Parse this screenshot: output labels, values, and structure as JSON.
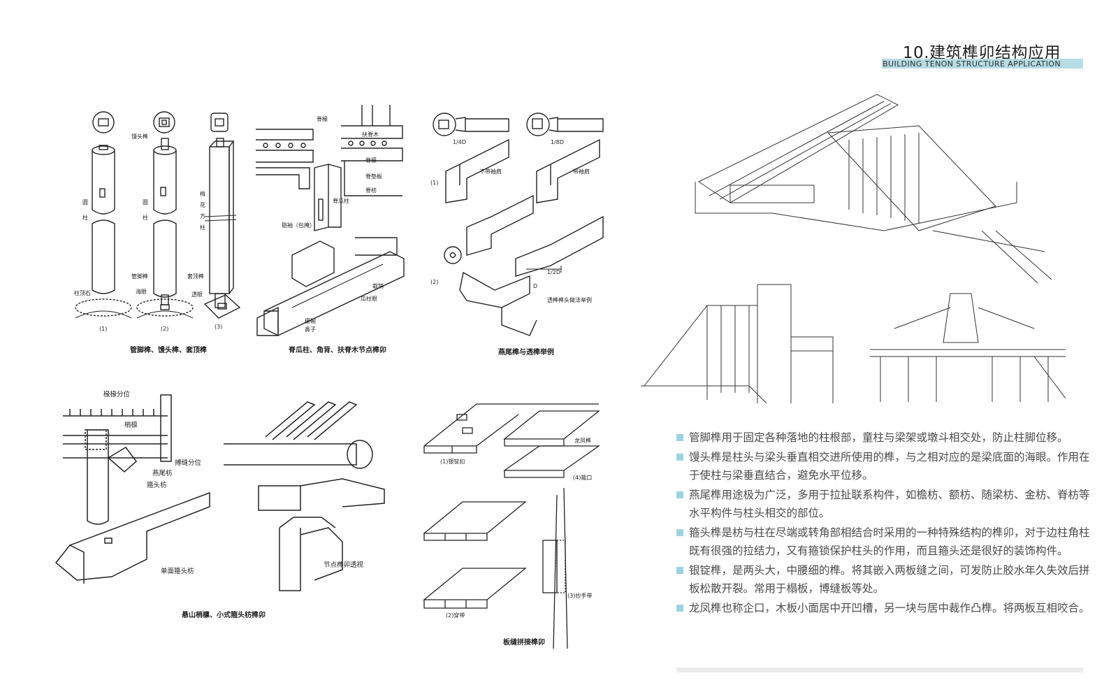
{
  "header": {
    "title": "10.建筑榫卯结构应用",
    "subtitle": "BUILDING TENON STRUCTURE APPLICATION"
  },
  "figures": {
    "fig1": {
      "caption": "管脚榫、馒头榫、套顶榫",
      "labels": [
        "馒头榫",
        "圆",
        "柱",
        "圆",
        "柱",
        "梅",
        "花",
        "方",
        "柱",
        "管脚榫",
        "海眼",
        "套顶榫",
        "透眼",
        "柱顶石",
        "(1)",
        "(2)",
        "(3)"
      ]
    },
    "fig2": {
      "caption": "脊瓜柱、角背、扶脊木节点榫卯",
      "labels": [
        "脊椽",
        "扶脊木",
        "脊檩",
        "脊垫板",
        "脊枋",
        "脊瓜柱",
        "剔袖（包掩）",
        "檩碗",
        "鼻子",
        "栽销",
        "瓜柱眼"
      ]
    },
    "fig3": {
      "caption": "燕尾榫与透榫举例",
      "labels": [
        "1/4D",
        "1/8D",
        "不带袖肩",
        "带袖肩",
        "(1)",
        "(2)",
        "1/2D",
        "D",
        "透榫榫头做法举例"
      ]
    },
    "fig4": {
      "caption": "悬山梢檩、小式箍头枋榫卯",
      "labels": [
        "椽椽分位",
        "梢檩",
        "搏缝分位",
        "燕尾枋",
        "箍头枋",
        "单面箍头枋",
        "节点榫卯透视"
      ]
    },
    "fig5": {
      "caption": "板缝拼接榫卯",
      "labels": [
        "(1)银锭扣",
        "龙凤榫",
        "(4)裁口",
        "(2)穿带",
        "(3)抄手带"
      ]
    }
  },
  "paragraphs": [
    "管脚榫用于固定各种落地的柱根部，童柱与梁架或墩斗相交处，防止柱脚位移。",
    "馒头榫是柱头与梁头垂直相交进所使用的榫，与之相对应的是梁底面的海眼。作用在于使柱与梁垂直结合，避免水平位移。",
    "燕尾榫用途极为广泛，多用于拉扯联系构件，如檐枋、额枋、随梁枋、金枋、脊枋等水平构件与柱头相交的部位。",
    "箍头榫是枋与柱在尽端或转角部相结合时采用的一种特殊结构的榫卯，对于边柱角柱既有很强的拉结力，又有箍锁保护柱头的作用，而且箍头还是很好的装饰构件。",
    "银锭榫，是两头大，中腰细的榫。将其嵌入两板缝之间，可发防止胶水年久失效后拼板松散开裂。常用于榻板，博缝板等处。",
    "龙凤榫也称企口，木板小面居中开凹槽，另一块与居中裁作凸榫。将两板互相咬合。"
  ],
  "colors": {
    "accent": "#9dd3e0",
    "subtitle_bar": "#b7dde6",
    "text": "#4a4a4a"
  }
}
